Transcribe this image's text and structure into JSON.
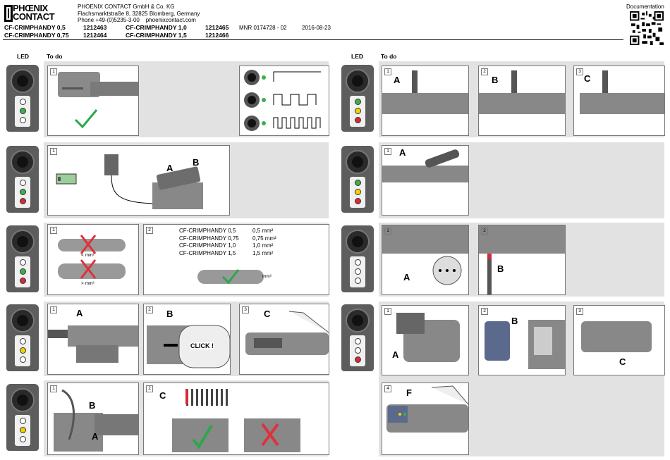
{
  "company": {
    "logo_text_1": "PHŒNIX",
    "logo_text_2": "CONTACT",
    "address_line_1": "PHOENIX CONTACT GmbH & Co. KG",
    "address_line_2": "Flachsmarktstraße 8, 32825 Blomberg, Germany",
    "address_line_3": "Phone +49-(0)5235-3-00",
    "website": "phoenixcontact.com"
  },
  "documentation_label": "Documentation",
  "products": [
    {
      "name": "CF-CRIMPHANDY 0,5",
      "number": "1212463"
    },
    {
      "name": "CF-CRIMPHANDY 0,75",
      "number": "1212464"
    },
    {
      "name": "CF-CRIMPHANDY 1,0",
      "number": "1212465"
    },
    {
      "name": "CF-CRIMPHANDY 1,5",
      "number": "1212466"
    }
  ],
  "mnr": "MNR 0174728 - 02",
  "date": "2016-08-23",
  "headers": {
    "led": "LED",
    "todo": "To do"
  },
  "step_numbers": [
    "1",
    "2",
    "3",
    "4"
  ],
  "labels": {
    "a": "A",
    "b": "B",
    "c": "C",
    "f": "F",
    "click": "CLICK !",
    "lt_mm2": "< mm²",
    "gt_mm2": "> mm²",
    "mm2": "mm²"
  },
  "cross_sections": [
    {
      "name": "CF-CRIMPHANDY 0,5",
      "value": "0,5 mm²"
    },
    {
      "name": "CF-CRIMPHANDY 0,75",
      "value": "0,75 mm²"
    },
    {
      "name": "CF-CRIMPHANDY 1,0",
      "value": "1,0 mm²"
    },
    {
      "name": "CF-CRIMPHANDY 1,5",
      "value": "1,5 mm²"
    }
  ],
  "colors": {
    "led_green": "#3cb04a",
    "led_red": "#d9283a",
    "led_yellow": "#f3d200",
    "check_green": "#2aa84a",
    "cross_red": "#e0303a",
    "band_grey": "#e2e2e2"
  }
}
